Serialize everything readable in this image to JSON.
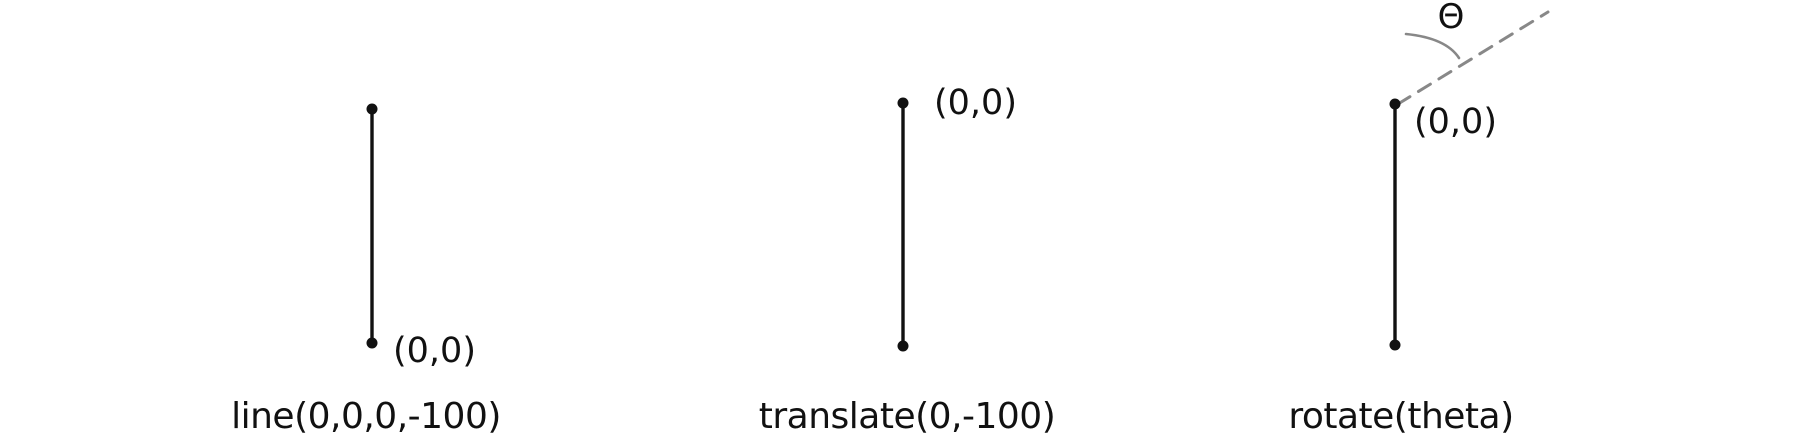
{
  "panels": [
    {
      "coord_label": "(0,0)",
      "caption": "line(0,0,0,-100)"
    },
    {
      "coord_label": "(0,0)",
      "caption": "translate(0,-100)"
    },
    {
      "coord_label": "(0,0)",
      "caption": "rotate(theta)",
      "angle_symbol": "Θ"
    }
  ],
  "colors": {
    "ink": "#111111",
    "guide": "#888888"
  }
}
